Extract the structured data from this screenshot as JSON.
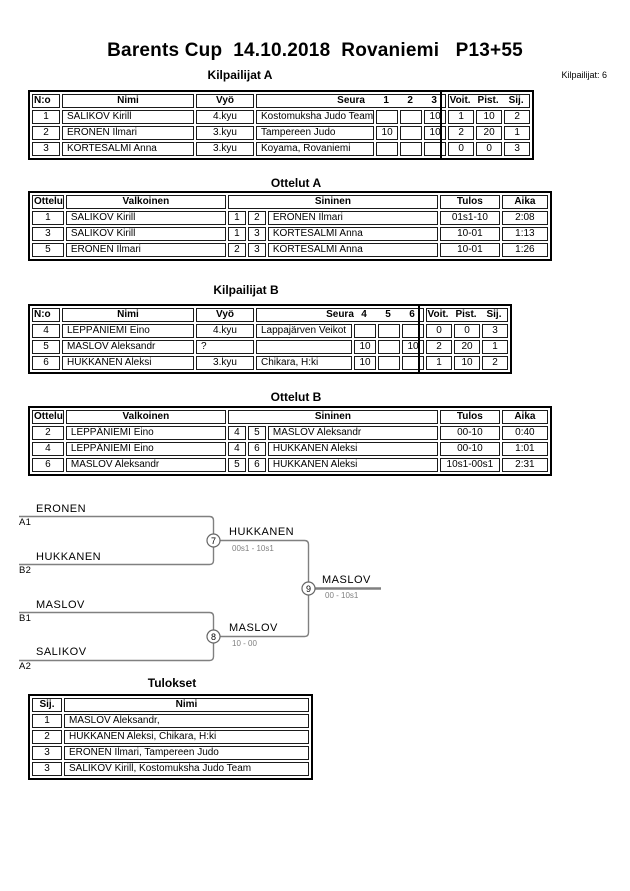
{
  "page": {
    "title": "Barents Cup  14.10.2018  Rovaniemi   P13+55",
    "competitor_count": "Kilpailijat: 6"
  },
  "pool_a": {
    "title": "Kilpailijat A",
    "headers": {
      "no": "N:o",
      "name": "Nimi",
      "belt": "Vyö",
      "club": "Seura",
      "c1": "1",
      "c2": "2",
      "c3": "3",
      "wins": "Voit.",
      "points": "Pist.",
      "place": "Sij."
    },
    "rows": [
      {
        "no": "1",
        "name": "SALIKOV Kirill",
        "belt": "4.kyu",
        "club": "Kostomuksha Judo Team",
        "c1": "",
        "c2": "",
        "c3": "10",
        "wins": "1",
        "points": "10",
        "place": "2"
      },
      {
        "no": "2",
        "name": "ERONEN Ilmari",
        "belt": "3.kyu",
        "club": "Tampereen Judo",
        "c1": "10",
        "c2": "",
        "c3": "10",
        "wins": "2",
        "points": "20",
        "place": "1"
      },
      {
        "no": "3",
        "name": "KORTESALMI Anna",
        "belt": "3.kyu",
        "club": "Koyama, Rovaniemi",
        "c1": "",
        "c2": "",
        "c3": "",
        "wins": "0",
        "points": "0",
        "place": "3"
      }
    ]
  },
  "matches_a": {
    "title": "Ottelut A",
    "headers": {
      "match": "Ottelu",
      "white": "Valkoinen",
      "blue": "Sininen",
      "result": "Tulos",
      "time": "Aika"
    },
    "rows": [
      {
        "match": "1",
        "white": "SALIKOV Kirill",
        "wno": "1",
        "bno": "2",
        "blue": "ERONEN Ilmari",
        "result": "01s1-10",
        "time": "2:08"
      },
      {
        "match": "3",
        "white": "SALIKOV Kirill",
        "wno": "1",
        "bno": "3",
        "blue": "KORTESALMI Anna",
        "result": "10-01",
        "time": "1:13"
      },
      {
        "match": "5",
        "white": "ERONEN Ilmari",
        "wno": "2",
        "bno": "3",
        "blue": "KORTESALMI Anna",
        "result": "10-01",
        "time": "1:26"
      }
    ]
  },
  "pool_b": {
    "title": "Kilpailijat B",
    "headers": {
      "no": "N:o",
      "name": "Nimi",
      "belt": "Vyö",
      "club": "Seura",
      "c1": "4",
      "c2": "5",
      "c3": "6",
      "wins": "Voit.",
      "points": "Pist.",
      "place": "Sij."
    },
    "rows": [
      {
        "no": "4",
        "name": "LEPPÄNIEMI Eino",
        "belt": "4.kyu",
        "club": "Lappajärven Veikot",
        "c1": "",
        "c2": "",
        "c3": "",
        "wins": "0",
        "points": "0",
        "place": "3"
      },
      {
        "no": "5",
        "name": "MASLOV Aleksandr",
        "belt": "?",
        "club": "",
        "c1": "10",
        "c2": "",
        "c3": "10",
        "wins": "2",
        "points": "20",
        "place": "1"
      },
      {
        "no": "6",
        "name": "HUKKANEN Aleksi",
        "belt": "3.kyu",
        "club": "Chikara, H:ki",
        "c1": "10",
        "c2": "",
        "c3": "",
        "wins": "1",
        "points": "10",
        "place": "2"
      }
    ]
  },
  "matches_b": {
    "title": "Ottelut B",
    "headers": {
      "match": "Ottelu",
      "white": "Valkoinen",
      "blue": "Sininen",
      "result": "Tulos",
      "time": "Aika"
    },
    "rows": [
      {
        "match": "2",
        "white": "LEPPÄNIEMI Eino",
        "wno": "4",
        "bno": "5",
        "blue": "MASLOV Aleksandr",
        "result": "00-10",
        "time": "0:40"
      },
      {
        "match": "4",
        "white": "LEPPÄNIEMI Eino",
        "wno": "4",
        "bno": "6",
        "blue": "HUKKANEN Aleksi",
        "result": "00-10",
        "time": "1:01"
      },
      {
        "match": "6",
        "white": "MASLOV Aleksandr",
        "wno": "5",
        "bno": "6",
        "blue": "HUKKANEN Aleksi",
        "result": "10s1-00s1",
        "time": "2:31"
      }
    ]
  },
  "bracket": {
    "slots": [
      {
        "name": "ERONEN",
        "seed": "A1"
      },
      {
        "name": "HUKKANEN",
        "seed": "B2"
      },
      {
        "name": "MASLOV",
        "seed": "B1"
      },
      {
        "name": "SALIKOV",
        "seed": "A2"
      }
    ],
    "semifinal_1": {
      "number": "7",
      "winner": "HUKKANEN",
      "score": "00s1 - 10s1"
    },
    "semifinal_2": {
      "number": "8",
      "winner": "MASLOV",
      "score": "10 - 00"
    },
    "final": {
      "number": "9",
      "winner": "MASLOV",
      "score": "00 - 10s1"
    },
    "line_color": "#808080"
  },
  "results": {
    "title": "Tulokset",
    "headers": {
      "place": "Sij.",
      "name": "Nimi"
    },
    "rows": [
      {
        "place": "1",
        "name": "MASLOV Aleksandr,"
      },
      {
        "place": "2",
        "name": "HUKKANEN Aleksi, Chikara, H:ki"
      },
      {
        "place": "3",
        "name": "ERONEN Ilmari, Tampereen Judo"
      },
      {
        "place": "3",
        "name": "SALIKOV Kirill, Kostomuksha Judo Team"
      }
    ]
  }
}
